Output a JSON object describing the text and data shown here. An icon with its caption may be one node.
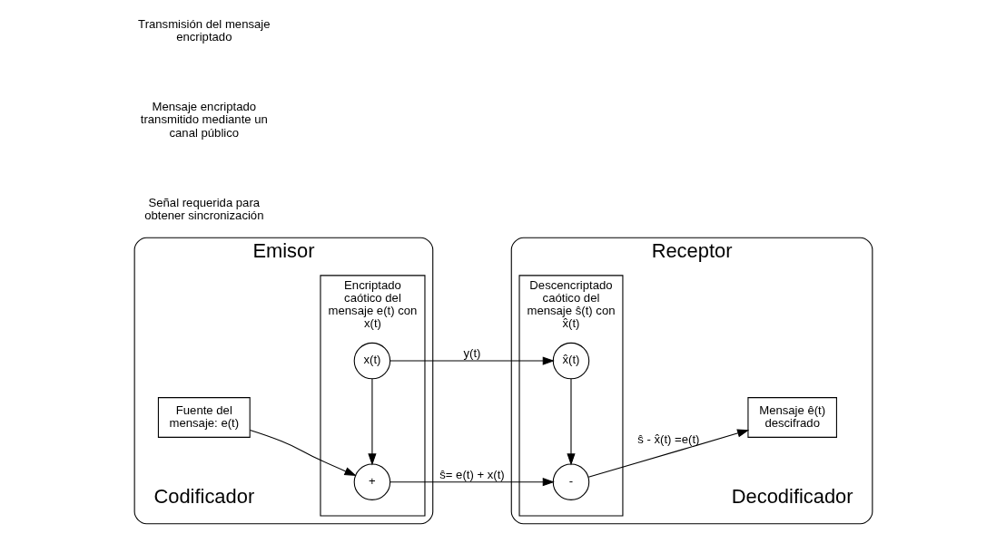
{
  "diagram": {
    "nodes": [
      {
        "text": [
          "Emisor"
        ],
        "beside": [
          "Codificador"
        ]
      },
      {
        "text": [
          "Encriptado caótico del mensaje e(t) con x(t)"
        ],
        "in": 0
      },
      {
        "text": [
          "x(t)"
        ],
        "in": 1
      },
      {
        "text": [
          "+"
        ],
        "in": 1
      },
      {
        "text": [
          "Fuente del mensaje: e(t)"
        ],
        "in": 0
      },
      {
        "text": [
          "Receptor"
        ],
        "beside": [
          "Decodificador"
        ]
      },
      {
        "text": [
          "Descencriptado caótico del mensaje ŝ(t) con x̂(t)"
        ],
        "in": 5
      },
      {
        "text": [
          "x̂(t)"
        ],
        "in": 6
      },
      {
        "text": [
          "-"
        ],
        "in": 6
      },
      {
        "text": [
          "Mensaje ê(t) descifrado"
        ],
        "in": 5
      }
    ],
    "edges": [
      {
        "from": 4,
        "to": 3,
        "arrow": "to"
      },
      {
        "from": 2,
        "to": 3,
        "arrow": "to"
      },
      {
        "from": 2,
        "to": 7,
        "arrow": "to",
        "label": "y(t)"
      },
      {
        "from": 3,
        "to": 8,
        "arrow": "to",
        "label": "ŝ= e(t) + x(t)"
      },
      {
        "from": 7,
        "to": 8,
        "arrow": "to"
      },
      {
        "from": 8,
        "to": 9,
        "arrow": "to",
        "label": "ŝ - x̂(t) =e(t)"
      }
    ],
    "labels": [
      "Señal requerida para obtener sincronización",
      "Mensaje encriptado transmitido mediante un canal público",
      "Transmisión del mensaje encriptado"
    ]
  }
}
